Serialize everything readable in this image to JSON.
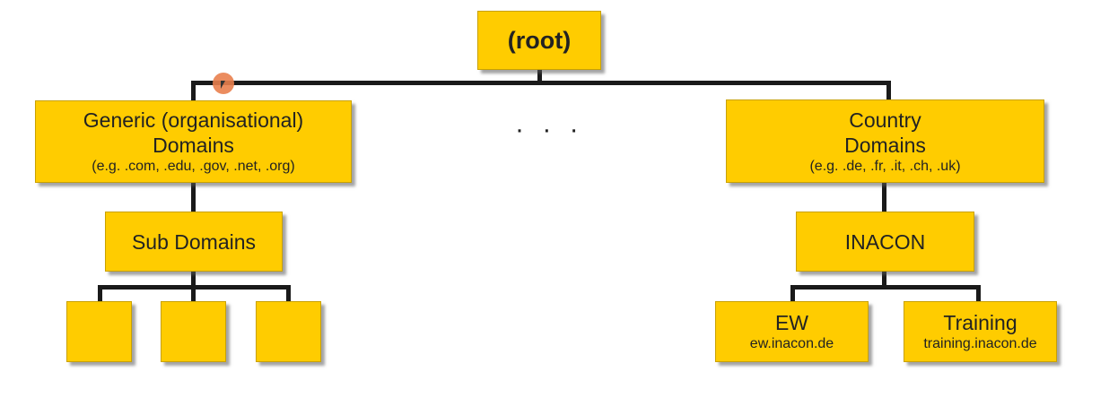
{
  "diagram": {
    "root": {
      "label": "(root)"
    },
    "generic": {
      "line1": "Generic (organisational)",
      "line2": "Domains",
      "examples": "(e.g. .com, .edu, .gov, .net, .org)"
    },
    "ellipsis": "· · ·",
    "country": {
      "line1": "Country",
      "line2": "Domains",
      "examples": "(e.g. .de, .fr, .it, .ch, .uk)"
    },
    "sub_domains": {
      "label": "Sub Domains"
    },
    "inacon": {
      "label": "INACON"
    },
    "ew": {
      "title": "EW",
      "host": "ew.inacon.de"
    },
    "training": {
      "title": "Training",
      "host": "training.inacon.de"
    }
  },
  "colors": {
    "box_fill": "#ffcc00",
    "connector": "#1a1a1a",
    "pointer": "#e9804e"
  }
}
